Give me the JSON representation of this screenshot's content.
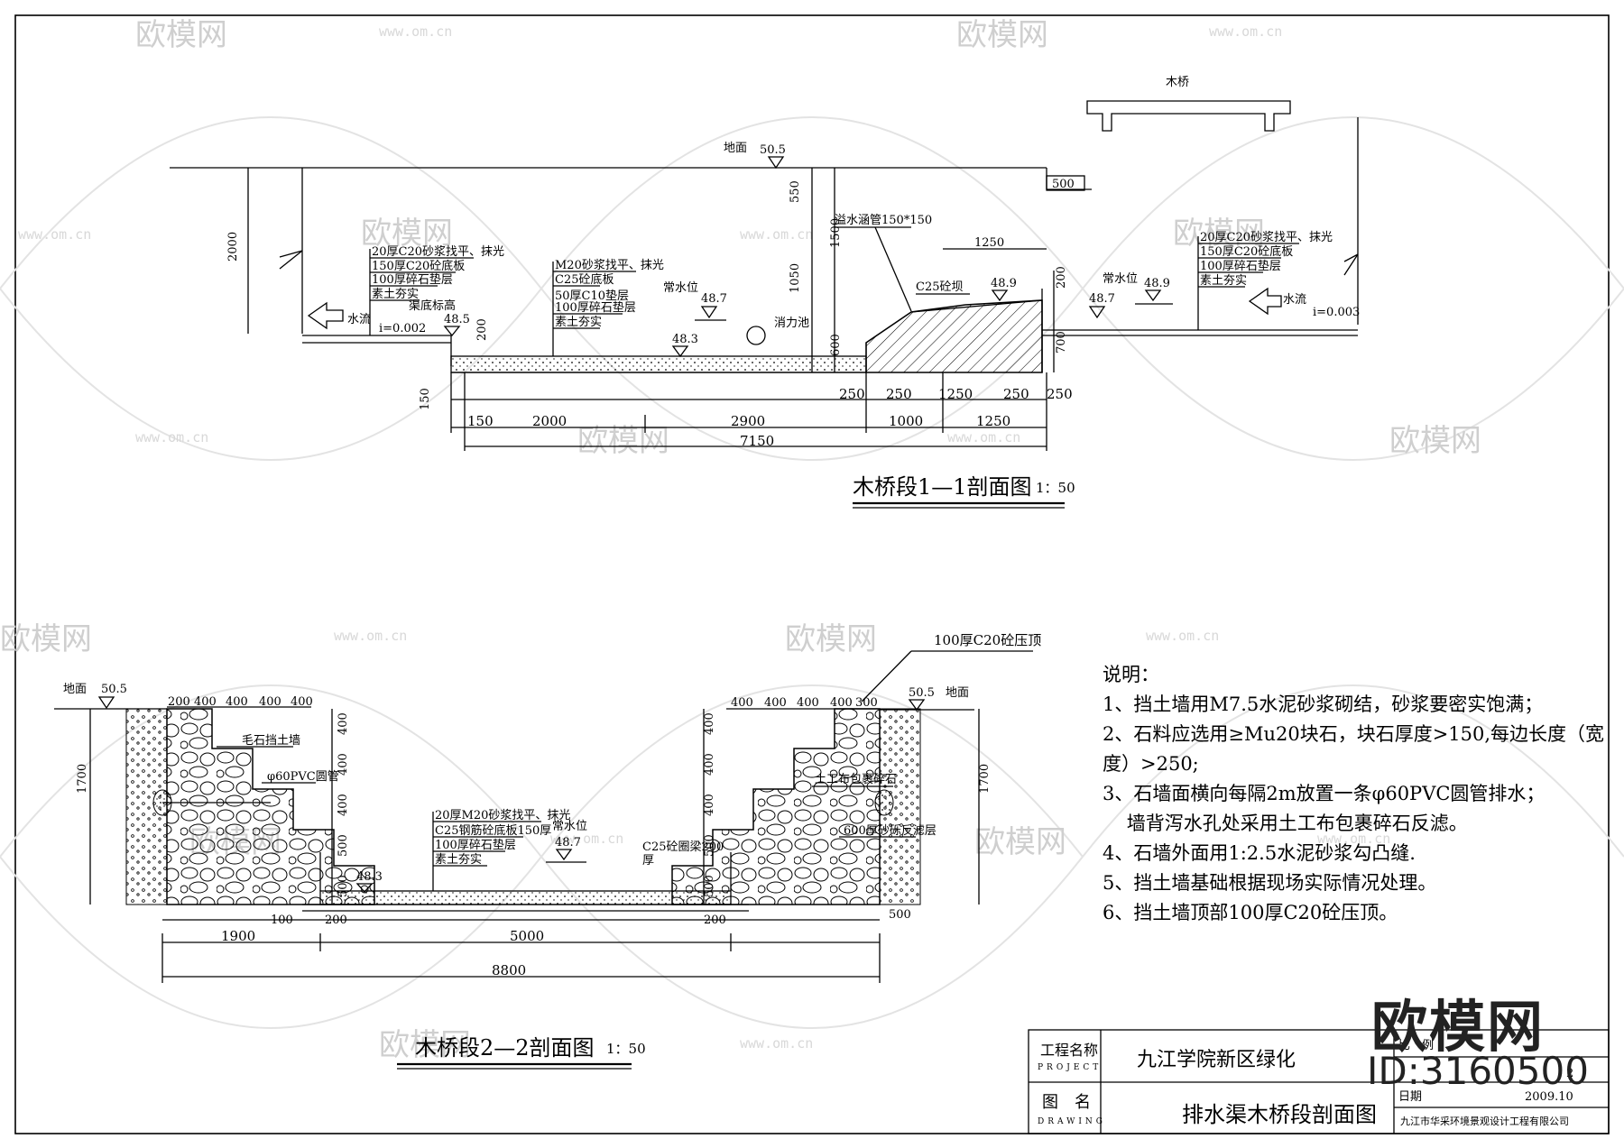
{
  "watermark": {
    "brand_text": "欧模网",
    "url_text": "www.om.cn",
    "brand_large": "欧模网",
    "id_text": "ID:3160500"
  },
  "section1": {
    "title": "木桥段1—1剖面图",
    "scale": "1：50",
    "labels": {
      "wood_bridge": "木桥",
      "ground": "地面",
      "ground_elev": "50.5",
      "dim_500": "500",
      "overflow_pipe": "溢水涵管150*150",
      "dim_1250_top": "1250",
      "c25_dam": "C25砼坝",
      "dim_2000": "2000",
      "dim_550": "550",
      "dim_1050": "1050",
      "dim_1500": "1500",
      "dim_600": "600",
      "dim_200_r": "200",
      "dim_700": "700",
      "elev_489_a": "48.9",
      "elev_489_b": "48.9",
      "elev_487_a": "48.7",
      "elev_487_b": "48.7",
      "elev_485": "48.5",
      "elev_483": "48.3",
      "normal_level_a": "常水位",
      "normal_level_b": "常水位",
      "water_flow_l": "水流",
      "water_flow_r": "水流",
      "slope_l": "i=0.002",
      "slope_r": "i=0.003",
      "ditch_bottom": "渠底标高",
      "dim_200_l": "200",
      "dim_150_v": "150",
      "spillway": "消力池",
      "layer_l": [
        "20厚C20砂浆找平、抹光",
        "150厚C20砼底板",
        "100厚碎石垫层",
        "素土夯实"
      ],
      "layer_m": [
        "M20砂浆找平、抹光",
        "C25砼底板",
        "50厚C10垫层",
        "100厚碎石垫层",
        "素土夯实"
      ],
      "layer_r": [
        "20厚C20砂浆找平、抹光",
        "150厚C20砼底板",
        "100厚碎石垫层",
        "素土夯实"
      ],
      "dims_row1": [
        "250",
        "250",
        "1250",
        "250",
        "250"
      ],
      "dims_row2": [
        "150",
        "2000",
        "2900",
        "1000",
        "1250"
      ],
      "dim_total": "7150"
    }
  },
  "section2": {
    "title": "木桥段2—2剖面图",
    "scale": "1：50",
    "labels": {
      "cap": "100厚C20砼压顶",
      "ground_l": "地面",
      "ground_r": "地面",
      "elev_l": "50.5",
      "elev_r": "50.5",
      "top_dims_l": [
        "200",
        "400",
        "400",
        "400",
        "400"
      ],
      "top_dims_r": [
        "400",
        "400",
        "400",
        "400",
        "300"
      ],
      "dim_1700_l": "1700",
      "dim_1700_r": "1700",
      "vert_dims_l": [
        "400",
        "400",
        "400",
        "500",
        "500"
      ],
      "vert_dims_r": [
        "400",
        "400",
        "400",
        "500",
        "500"
      ],
      "rubble_wall": "毛石挡土墙",
      "pvc_pipe": "φ60PVC圆管",
      "geotextile": "土工布包裹碎石",
      "filter_layer": "600厚砂砾反滤层",
      "layer_c": [
        "20厚M20砂浆找平、抹光",
        "C25钢筋砼底板150厚",
        "100厚碎石垫层",
        "素土夯实"
      ],
      "normal_level": "常水位",
      "normal_elev": "48.7",
      "bottom_elev": "48.3",
      "c25_beam": "C25砼圈梁200",
      "c25_thick": "厚",
      "dims_bottom": [
        "100",
        "200",
        "200",
        "500"
      ],
      "dim_1900": "1900",
      "dim_5000": "5000",
      "dim_8800": "8800"
    }
  },
  "notes": {
    "title": "说明：",
    "items": [
      "1、挡土墙用M7.5水泥砂浆砌结，砂浆要密实饱满；",
      "2、石料应选用≥Mu20块石，块石厚度>150,每边长度（宽",
      "度）>250;",
      "3、石墙面横向每隔2m放置一条φ60PVC圆管排水；",
      "    墙背泻水孔处采用土工布包裹碎石反滤。",
      "4、石墙外面用1:2.5水泥砂浆勾凸缝.",
      "5、挡土墙基础根据现场实际情况处理。",
      "6、挡土墙顶部100厚C20砼压顶。"
    ]
  },
  "title_block": {
    "project_label": "工程名称",
    "project_label_en": "PROJECT",
    "project_name": "九江学院新区绿化",
    "drawing_label": "图　名",
    "drawing_label_en": "DRAWING",
    "drawing_name": "排水渠木桥段剖面图",
    "proportion": "比　例",
    "date_label": "日期",
    "date_value": "2009.10",
    "sheet_no": "2",
    "company": "九江市华采环境景观设计工程有限公司"
  }
}
